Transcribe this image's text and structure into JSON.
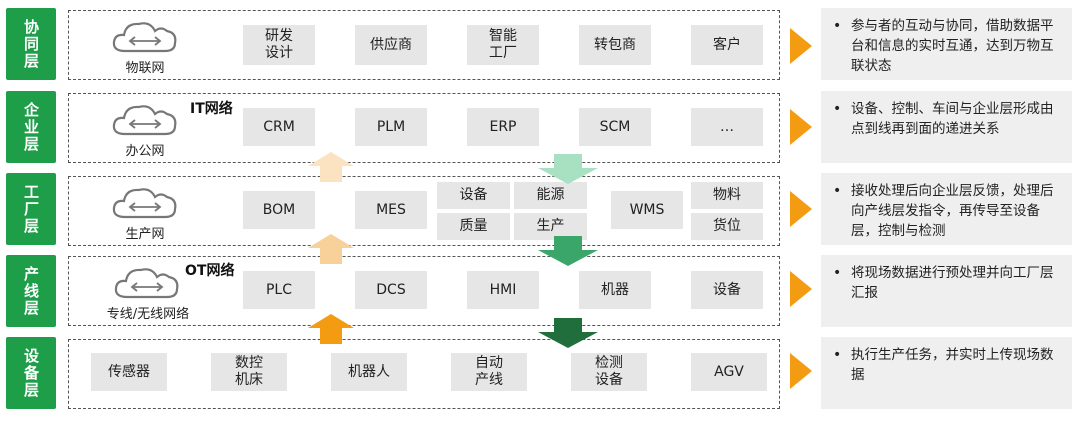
{
  "layers": [
    {
      "label": "协同层",
      "network": "物联网",
      "nodes": [
        "研发\n设计",
        "供应商",
        "智能\n工厂",
        "转包商",
        "客户"
      ],
      "description": "参与者的互动与协同，借助数据平台和信息的实时互通，达到万物互联状态"
    },
    {
      "label": "企业层",
      "network": "办公网",
      "nodes": [
        "CRM",
        "PLM",
        "ERP",
        "SCM",
        "…"
      ],
      "description": "设备、控制、车间与企业层形成由点到线再到面的递进关系"
    },
    {
      "label": "工厂层",
      "network": "生产网",
      "nodes": [
        "BOM",
        "MES"
      ],
      "grid": [
        "设备",
        "能源",
        "质量",
        "生产"
      ],
      "wms": "WMS",
      "stack": [
        "物料",
        "货位"
      ],
      "description": "接收处理后向企业层反馈，处理后向产线层发指令，再传导至设备层，控制与检测"
    },
    {
      "label": "产线层",
      "network": "专线/无线网络",
      "nodes": [
        "PLC",
        "DCS",
        "HMI",
        "机器",
        "设备"
      ],
      "description": "将现场数据进行预处理并向工厂层汇报"
    },
    {
      "label": "设备层",
      "nodes": [
        "传感器",
        "数控\n机床",
        "机器人",
        "自动\n产线",
        "检测\n设备",
        "AGV"
      ],
      "description": "执行生产任务，并实时上传现场数据"
    }
  ],
  "network_labels": {
    "it": "IT网络",
    "ot": "OT网络"
  },
  "colors": {
    "layer_label_bg": "#1f9e4a",
    "node_bg": "#e6e6e6",
    "desc_bg": "#efefef",
    "side_arrow": "#f39c12",
    "up_arrow_1": "#f39c12",
    "up_arrow_2": "#f8d19a",
    "up_arrow_3": "#fbe3c2",
    "down_arrow_1": "#a8e0c2",
    "down_arrow_2": "#3aa66a",
    "down_arrow_3": "#1f6e3c"
  }
}
